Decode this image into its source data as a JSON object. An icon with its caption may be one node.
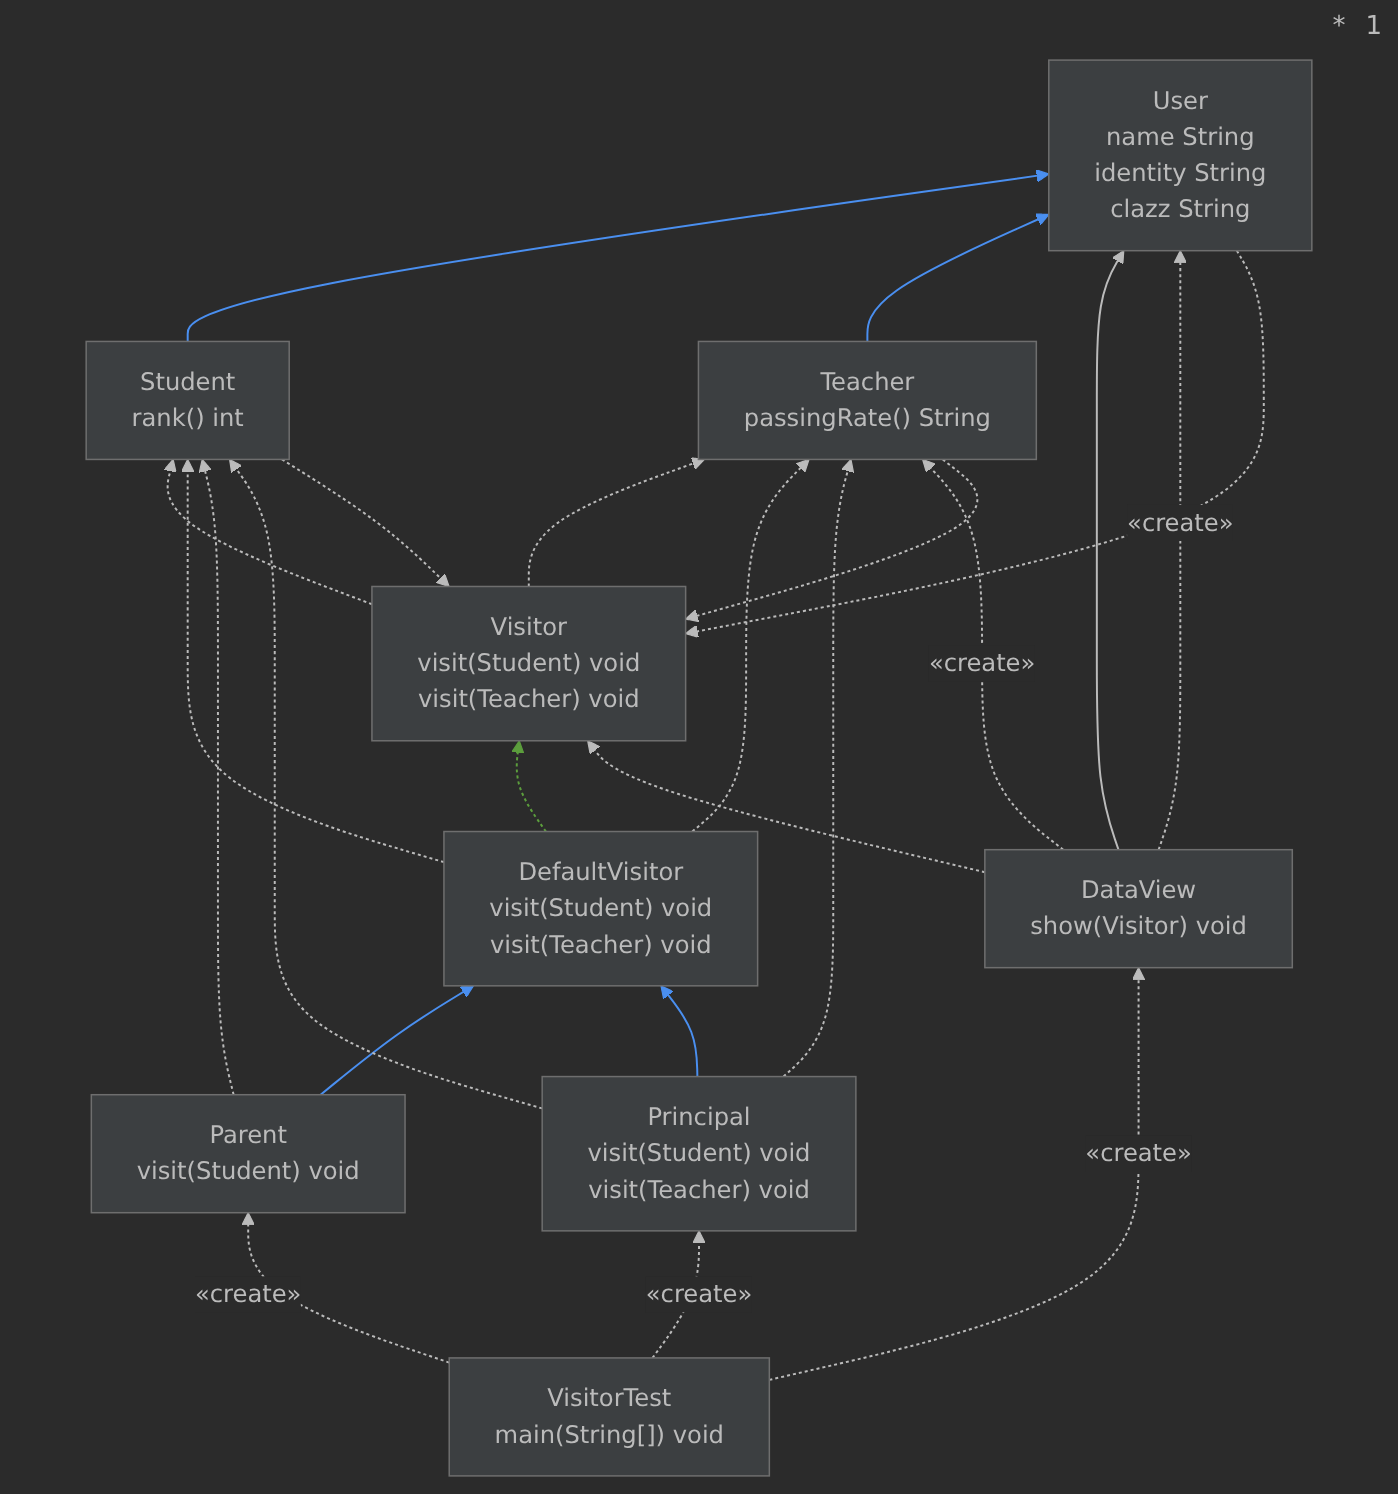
{
  "diagram": {
    "nodes": [
      {
        "text": [
          "User",
          "name String",
          "identity String",
          "clazz String"
        ]
      },
      {
        "text": [
          "Student",
          "rank() int"
        ]
      },
      {
        "text": [
          "Teacher",
          "passingRate() String"
        ]
      },
      {
        "text": [
          "Visitor",
          "visit(Student) void",
          "visit(Teacher) void"
        ]
      },
      {
        "text": [
          "DefaultVisitor",
          "visit(Student) void",
          "visit(Teacher) void"
        ]
      },
      {
        "text": [
          "DataView",
          "show(Visitor) void"
        ]
      },
      {
        "text": [
          "Parent",
          "visit(Student) void"
        ]
      },
      {
        "text": [
          "Principal",
          "visit(Student) void",
          "visit(Teacher) void"
        ]
      },
      {
        "text": [
          "VisitorTest",
          "main(String[]) void"
        ]
      }
    ],
    "edges": [
      {
        "from": 1,
        "to": 0,
        "arrow": "to",
        "color": "#4a8ff0"
      },
      {
        "from": 2,
        "to": 0,
        "arrow": "to",
        "color": "#4a8ff0"
      },
      {
        "from": 4,
        "to": 3,
        "arrow": "to",
        "style": "dashed",
        "color": "#5c9e3d"
      },
      {
        "from": 6,
        "to": 4,
        "arrow": "to",
        "color": "#4a8ff0"
      },
      {
        "from": 7,
        "to": 4,
        "arrow": "to",
        "color": "#4a8ff0"
      },
      {
        "from": 5,
        "to": 0,
        "arrow": "to"
      },
      {
        "from": 5,
        "to": 0,
        "arrow": "to",
        "style": "dashed",
        "label": "«create»"
      },
      {
        "from": 1,
        "to": 3,
        "arrow": "to",
        "style": "dashed"
      },
      {
        "from": 2,
        "to": 3,
        "arrow": "to",
        "style": "dashed"
      },
      {
        "from": 0,
        "to": 3,
        "arrow": "to",
        "style": "dashed"
      },
      {
        "from": 3,
        "to": 1,
        "arrow": "to",
        "style": "dashed"
      },
      {
        "from": 3,
        "to": 2,
        "arrow": "to",
        "style": "dashed"
      },
      {
        "from": 4,
        "to": 1,
        "arrow": "to",
        "style": "dashed"
      },
      {
        "from": 4,
        "to": 2,
        "arrow": "to",
        "style": "dashed"
      },
      {
        "from": 6,
        "to": 1,
        "arrow": "to",
        "style": "dashed"
      },
      {
        "from": 7,
        "to": 1,
        "arrow": "to",
        "style": "dashed"
      },
      {
        "from": 7,
        "to": 2,
        "arrow": "to",
        "style": "dashed"
      },
      {
        "from": 5,
        "to": 3,
        "arrow": "to",
        "style": "dashed"
      },
      {
        "from": 5,
        "to": 2,
        "arrow": "to",
        "style": "dashed",
        "label": "«create»"
      },
      {
        "from": 8,
        "to": 6,
        "arrow": "to",
        "style": "dashed",
        "label": "«create»"
      },
      {
        "from": 8,
        "to": 7,
        "arrow": "to",
        "style": "dashed",
        "label": "«create»"
      },
      {
        "from": 8,
        "to": 5,
        "arrow": "to",
        "style": "dashed",
        "label": "«create»"
      }
    ],
    "labels": [
      "*",
      "1"
    ]
  }
}
